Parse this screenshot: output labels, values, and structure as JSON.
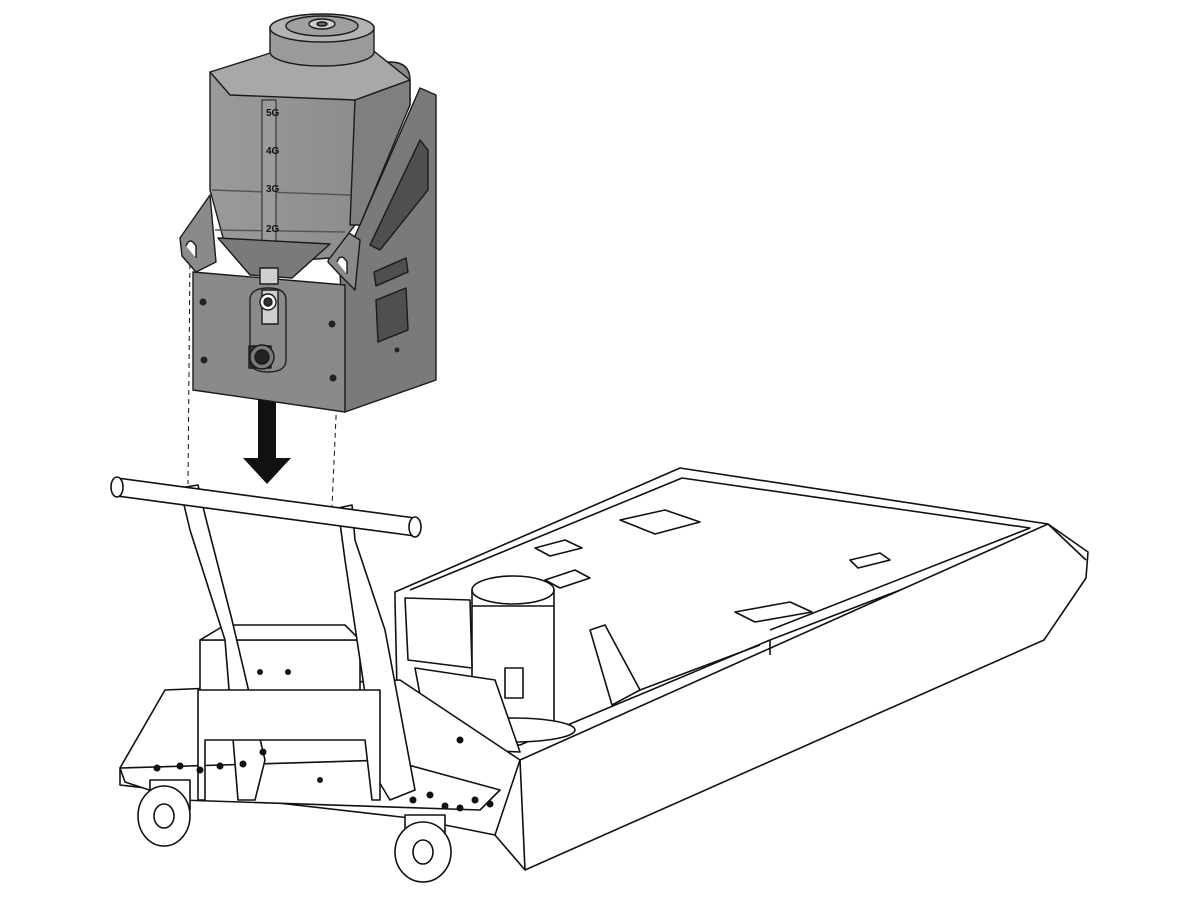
{
  "tank": {
    "gauge_marks": [
      "5G",
      "4G",
      "3G",
      "2G"
    ],
    "tank_color": "#8e8e8e",
    "tank_dark_color": "#5f5f5f",
    "tank_light_color": "#a3a3a3"
  },
  "frame": {
    "line_color": "#111111",
    "fill_color": "#ffffff"
  },
  "arrow": {
    "direction": "down",
    "color": "#111111"
  }
}
